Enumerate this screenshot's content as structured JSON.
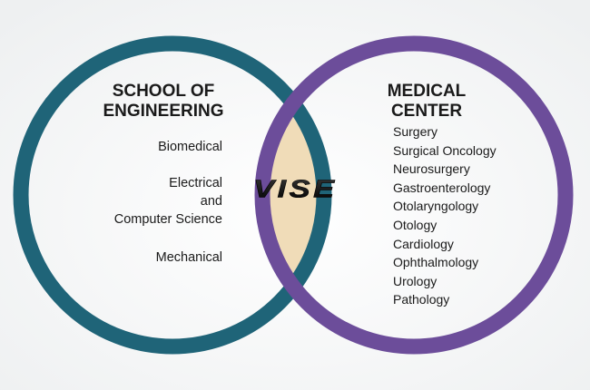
{
  "diagram": {
    "logo": "VISE",
    "colors": {
      "engineering_ring": "#1f6478",
      "medical_ring": "#6c4d9a",
      "intersection_fill": "#f0dcb8",
      "background": "#ffffff"
    },
    "engineering": {
      "title_line1": "SCHOOL OF",
      "title_line2": "ENGINEERING",
      "items": [
        "Biomedical",
        "Electrical",
        "and",
        "Computer Science",
        "Mechanical"
      ]
    },
    "medical": {
      "title_line1": "MEDICAL",
      "title_line2": "CENTER",
      "items": [
        "Surgery",
        "Surgical Oncology",
        "Neurosurgery",
        "Gastroenterology",
        "Otolaryngology",
        "Otology",
        "Cardiology",
        "Ophthalmology",
        "Urology",
        "Pathology"
      ]
    }
  }
}
